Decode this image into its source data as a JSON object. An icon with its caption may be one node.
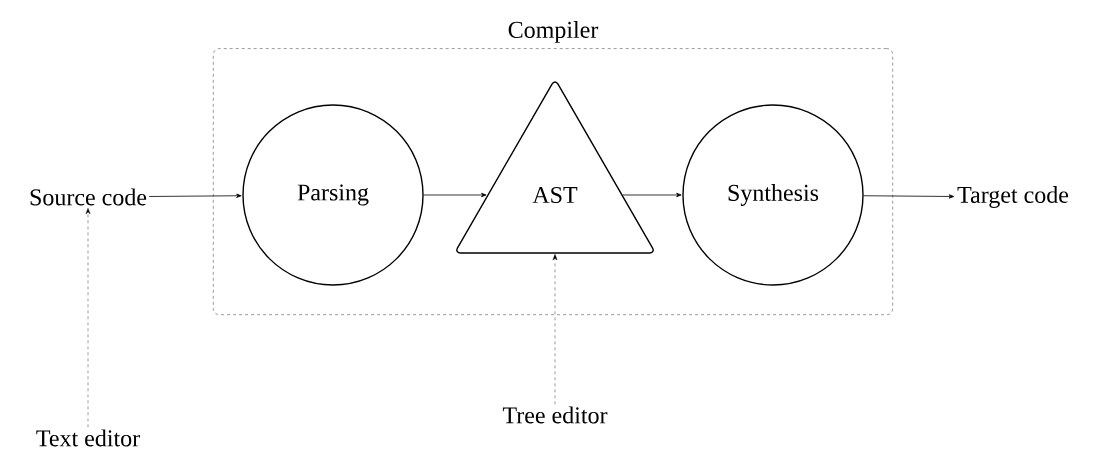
{
  "diagram": {
    "nodes": [
      {
        "text": [
          "Compiler"
        ]
      },
      {
        "text": [
          "Source code"
        ]
      },
      {
        "text": [
          "Parsing"
        ],
        "in": 0
      },
      {
        "text": [
          "AST"
        ],
        "in": 0
      },
      {
        "text": [
          "Synthesis"
        ],
        "in": 0
      },
      {
        "text": [
          "Target code"
        ]
      },
      {
        "text": [
          "Text editor"
        ]
      },
      {
        "text": [
          "Tree editor"
        ]
      }
    ],
    "edges": [
      {
        "from": 1,
        "to": 2,
        "arrow": "to"
      },
      {
        "from": 2,
        "to": 3,
        "arrow": "to"
      },
      {
        "from": 3,
        "to": 4,
        "arrow": "to"
      },
      {
        "from": 4,
        "to": 5,
        "arrow": "to"
      },
      {
        "from": 6,
        "to": 1,
        "arrow": "to",
        "style": "dashed"
      },
      {
        "from": 7,
        "to": 3,
        "arrow": "to",
        "style": "dashed"
      }
    ]
  }
}
